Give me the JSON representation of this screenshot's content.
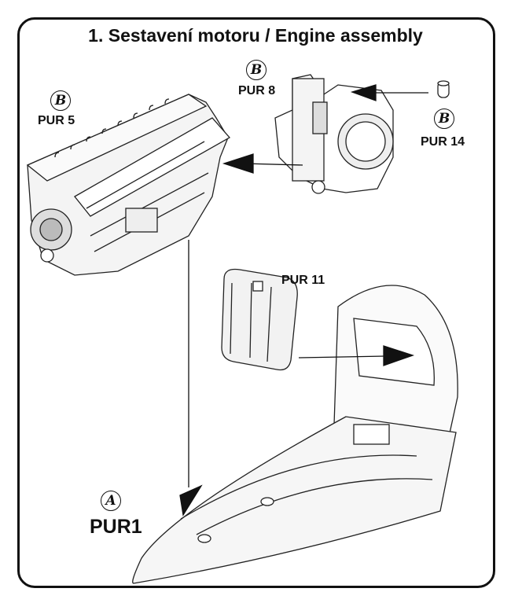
{
  "title": "1. Sestavení motoru / Engine assembly",
  "parts": {
    "pur5": {
      "badge": "B",
      "label": "PUR 5"
    },
    "pur8": {
      "badge": "B",
      "label": "PUR 8"
    },
    "pur14": {
      "badge": "B",
      "label": "PUR 14"
    },
    "pur11": {
      "label": "PUR 11"
    },
    "pur1": {
      "badge": "A",
      "label": "PUR1"
    }
  }
}
